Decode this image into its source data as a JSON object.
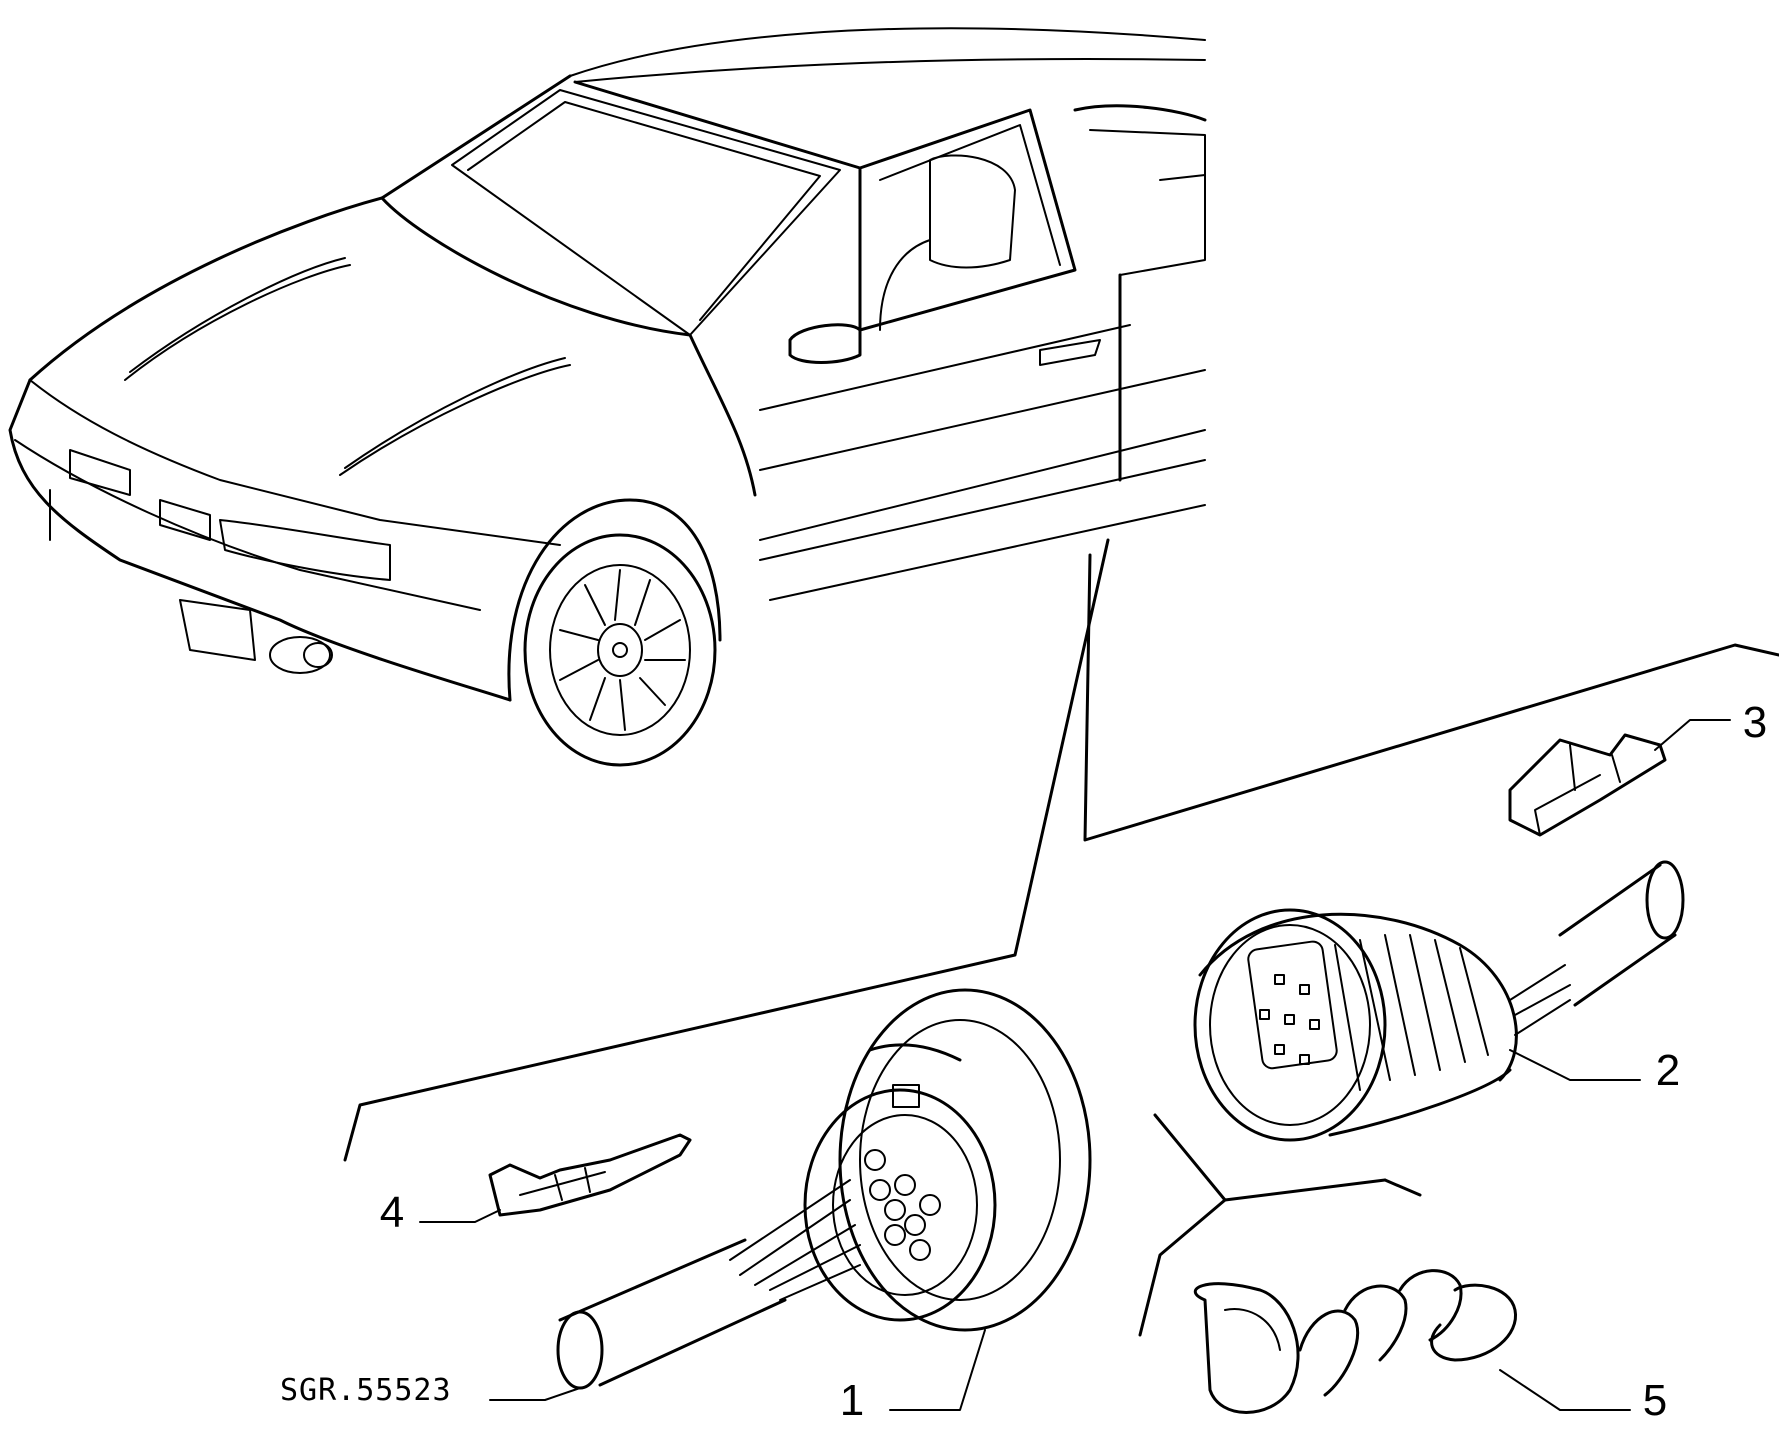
{
  "callouts": [
    {
      "id": "1",
      "label": "1"
    },
    {
      "id": "2",
      "label": "2"
    },
    {
      "id": "3",
      "label": "3"
    },
    {
      "id": "4",
      "label": "4"
    },
    {
      "id": "5",
      "label": "5"
    }
  ],
  "drawing_code": "SGR.55523"
}
